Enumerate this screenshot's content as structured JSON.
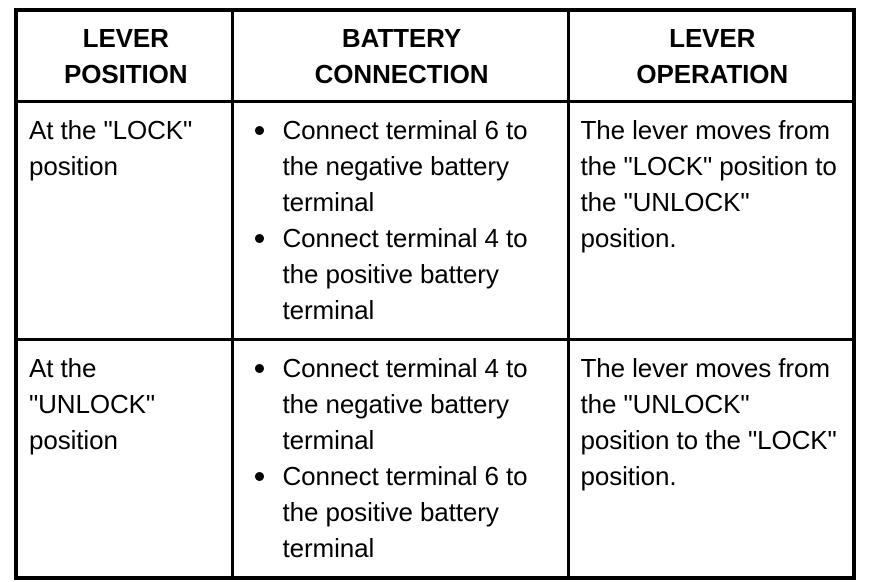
{
  "table": {
    "headers": [
      {
        "lines": [
          "LEVER",
          "POSITION"
        ]
      },
      {
        "lines": [
          "BATTERY",
          "CONNECTION"
        ]
      },
      {
        "lines": [
          "LEVER",
          "OPERATION"
        ]
      }
    ],
    "rows": [
      {
        "lever_position": "At the \"LOCK\" position",
        "battery_connection": [
          "Connect terminal 6 to the negative battery terminal",
          "Connect terminal 4 to the positive battery terminal"
        ],
        "lever_operation": "The lever moves from the \"LOCK\" position to the \"UNLOCK\" position."
      },
      {
        "lever_position": "At the \"UNLOCK\" position",
        "battery_connection": [
          "Connect terminal 4 to the negative battery terminal",
          "Connect terminal 6 to the positive battery terminal"
        ],
        "lever_operation": "The lever moves from the \"UNLOCK\" position to the \"LOCK\" position."
      }
    ]
  },
  "style": {
    "rule_color": "#000000",
    "text_color": "#000000",
    "background": "#ffffff"
  }
}
